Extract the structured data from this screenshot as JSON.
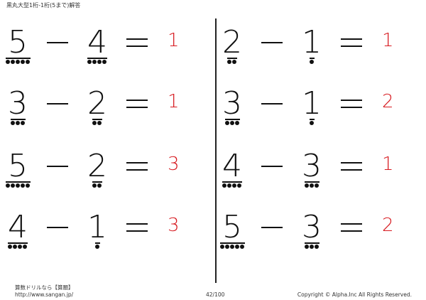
{
  "header": {
    "title": "黒丸大型1桁-1桁(5まで)解答"
  },
  "problems": [
    {
      "a": "5",
      "b": "4",
      "answer": "1"
    },
    {
      "a": "2",
      "b": "1",
      "answer": "1"
    },
    {
      "a": "3",
      "b": "2",
      "answer": "1"
    },
    {
      "a": "3",
      "b": "1",
      "answer": "2"
    },
    {
      "a": "5",
      "b": "2",
      "answer": "3"
    },
    {
      "a": "4",
      "b": "3",
      "answer": "1"
    },
    {
      "a": "4",
      "b": "1",
      "answer": "3"
    },
    {
      "a": "5",
      "b": "3",
      "answer": "2"
    }
  ],
  "footer": {
    "site_name": "算数ドリルなら【算願】",
    "url": "http://www.sangan.jp/",
    "page": "42/100",
    "copyright": "Copyright © Alpha.Inc All Rights Reserved."
  },
  "colors": {
    "answer": "#d7191f",
    "ink": "#111111"
  }
}
